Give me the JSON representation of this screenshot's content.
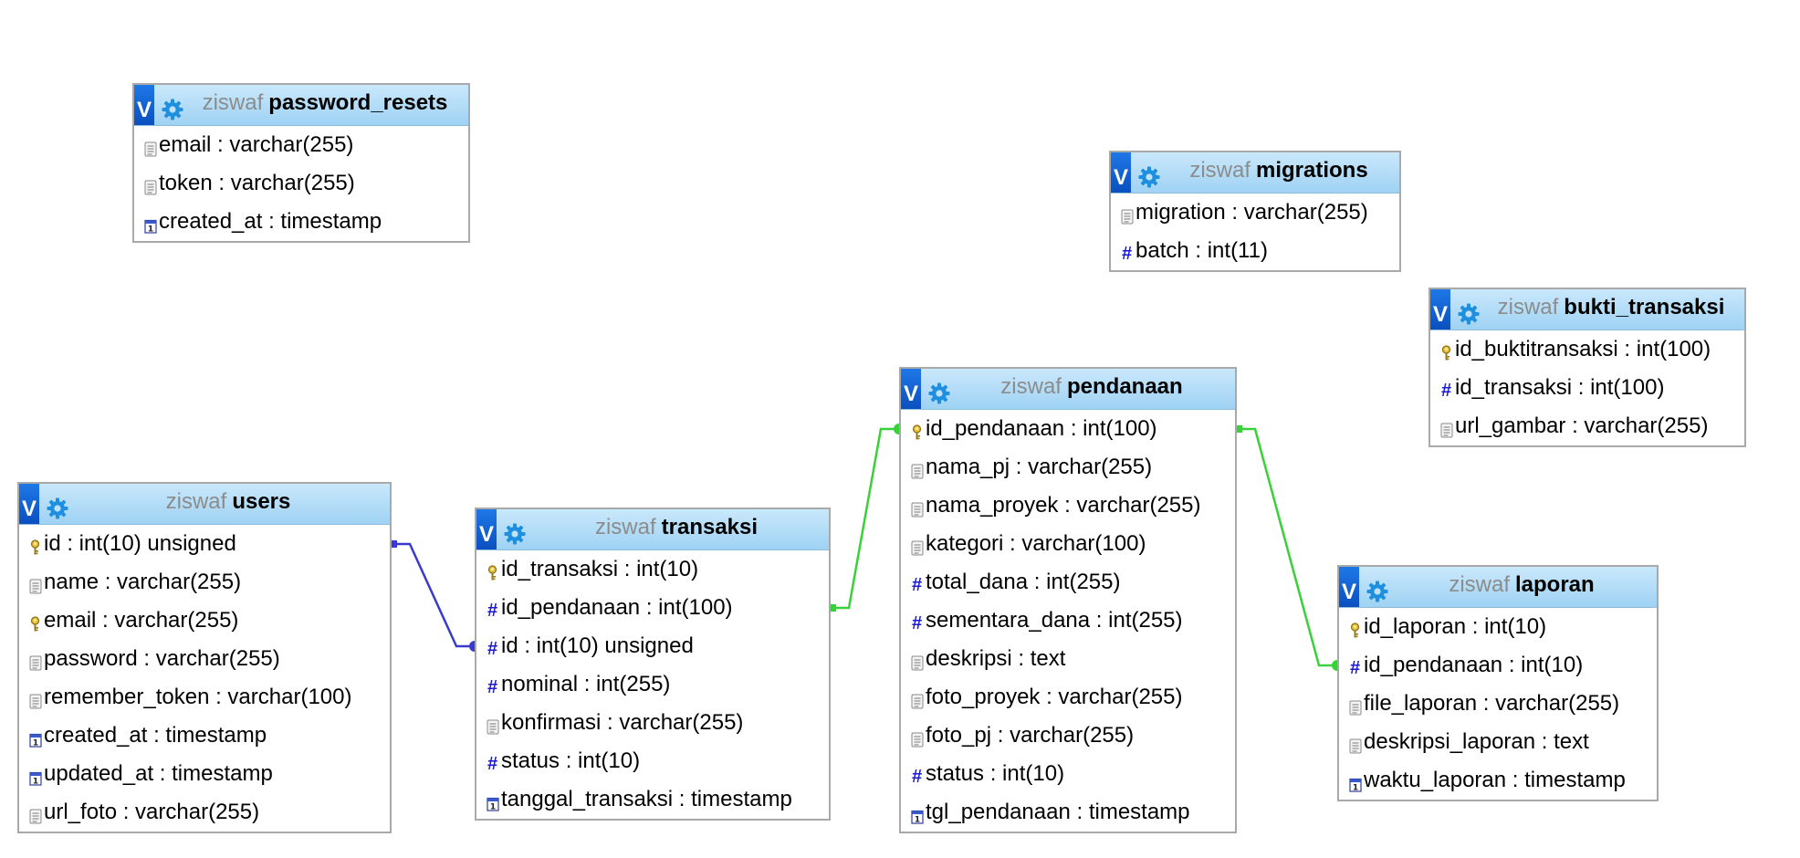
{
  "colors": {
    "header_top": "#c9e8fb",
    "header_bottom": "#9fd2f4",
    "toggle": "#0b4fc0",
    "relation_blue": "#3a3ad0",
    "relation_green": "#39d139",
    "db_name": "#8c8c8c"
  },
  "tables": [
    {
      "id": "password_resets",
      "db": "ziswaf",
      "name": "password_resets",
      "toggle_label": "V",
      "columns": [
        {
          "label": "email : varchar(255)",
          "icon": "text-column-icon"
        },
        {
          "label": "token : varchar(255)",
          "icon": "text-column-icon"
        },
        {
          "label": "created_at : timestamp",
          "icon": "timestamp-column-icon"
        }
      ]
    },
    {
      "id": "migrations",
      "db": "ziswaf",
      "name": "migrations",
      "toggle_label": "V",
      "columns": [
        {
          "label": "migration : varchar(255)",
          "icon": "text-column-icon"
        },
        {
          "label": "batch : int(11)",
          "icon": "numeric-column-icon"
        }
      ]
    },
    {
      "id": "bukti_transaksi",
      "db": "ziswaf",
      "name": "bukti_transaksi",
      "toggle_label": "V",
      "columns": [
        {
          "label": "id_buktitransaksi : int(100)",
          "icon": "primary-key-icon"
        },
        {
          "label": "id_transaksi : int(100)",
          "icon": "numeric-column-icon"
        },
        {
          "label": "url_gambar : varchar(255)",
          "icon": "text-column-icon"
        }
      ]
    },
    {
      "id": "pendanaan",
      "db": "ziswaf",
      "name": "pendanaan",
      "toggle_label": "V",
      "columns": [
        {
          "label": "id_pendanaan : int(100)",
          "icon": "primary-key-icon"
        },
        {
          "label": "nama_pj : varchar(255)",
          "icon": "text-column-icon"
        },
        {
          "label": "nama_proyek : varchar(255)",
          "icon": "text-column-icon"
        },
        {
          "label": "kategori : varchar(100)",
          "icon": "text-column-icon"
        },
        {
          "label": "total_dana : int(255)",
          "icon": "numeric-column-icon"
        },
        {
          "label": "sementara_dana : int(255)",
          "icon": "numeric-column-icon"
        },
        {
          "label": "deskripsi : text",
          "icon": "text-column-icon"
        },
        {
          "label": "foto_proyek : varchar(255)",
          "icon": "text-column-icon"
        },
        {
          "label": "foto_pj : varchar(255)",
          "icon": "text-column-icon"
        },
        {
          "label": "status : int(10)",
          "icon": "numeric-column-icon"
        },
        {
          "label": "tgl_pendanaan : timestamp",
          "icon": "timestamp-column-icon"
        }
      ]
    },
    {
      "id": "users",
      "db": "ziswaf",
      "name": "users",
      "toggle_label": "V",
      "columns": [
        {
          "label": "id : int(10) unsigned",
          "icon": "primary-key-icon"
        },
        {
          "label": "name : varchar(255)",
          "icon": "text-column-icon"
        },
        {
          "label": "email : varchar(255)",
          "icon": "primary-key-icon"
        },
        {
          "label": "password : varchar(255)",
          "icon": "text-column-icon"
        },
        {
          "label": "remember_token : varchar(100)",
          "icon": "text-column-icon"
        },
        {
          "label": "created_at : timestamp",
          "icon": "timestamp-column-icon"
        },
        {
          "label": "updated_at : timestamp",
          "icon": "timestamp-column-icon"
        },
        {
          "label": "url_foto : varchar(255)",
          "icon": "text-column-icon"
        }
      ]
    },
    {
      "id": "transaksi",
      "db": "ziswaf",
      "name": "transaksi",
      "toggle_label": "V",
      "columns": [
        {
          "label": "id_transaksi : int(10)",
          "icon": "primary-key-icon"
        },
        {
          "label": "id_pendanaan : int(100)",
          "icon": "numeric-column-icon"
        },
        {
          "label": "id : int(10) unsigned",
          "icon": "numeric-column-icon"
        },
        {
          "label": "nominal : int(255)",
          "icon": "numeric-column-icon"
        },
        {
          "label": "konfirmasi : varchar(255)",
          "icon": "text-column-icon"
        },
        {
          "label": "status : int(10)",
          "icon": "numeric-column-icon"
        },
        {
          "label": "tanggal_transaksi : timestamp",
          "icon": "timestamp-column-icon"
        }
      ]
    },
    {
      "id": "laporan",
      "db": "ziswaf",
      "name": "laporan",
      "toggle_label": "V",
      "columns": [
        {
          "label": "id_laporan : int(10)",
          "icon": "primary-key-icon"
        },
        {
          "label": "id_pendanaan : int(10)",
          "icon": "numeric-column-icon"
        },
        {
          "label": "file_laporan : varchar(255)",
          "icon": "text-column-icon"
        },
        {
          "label": "deskripsi_laporan : text",
          "icon": "text-column-icon"
        },
        {
          "label": "waktu_laporan : timestamp",
          "icon": "timestamp-column-icon"
        }
      ]
    }
  ],
  "relations": [
    {
      "from_table": "users",
      "from_col": 0,
      "to_table": "transaksi",
      "to_col": 2,
      "color": "#3a3ad0"
    },
    {
      "from_table": "transaksi",
      "from_col": 1,
      "to_table": "pendanaan",
      "to_col": 0,
      "color": "#39d139"
    },
    {
      "from_table": "pendanaan",
      "from_col": 0,
      "to_table": "laporan",
      "to_col": 1,
      "color": "#39d139"
    }
  ]
}
